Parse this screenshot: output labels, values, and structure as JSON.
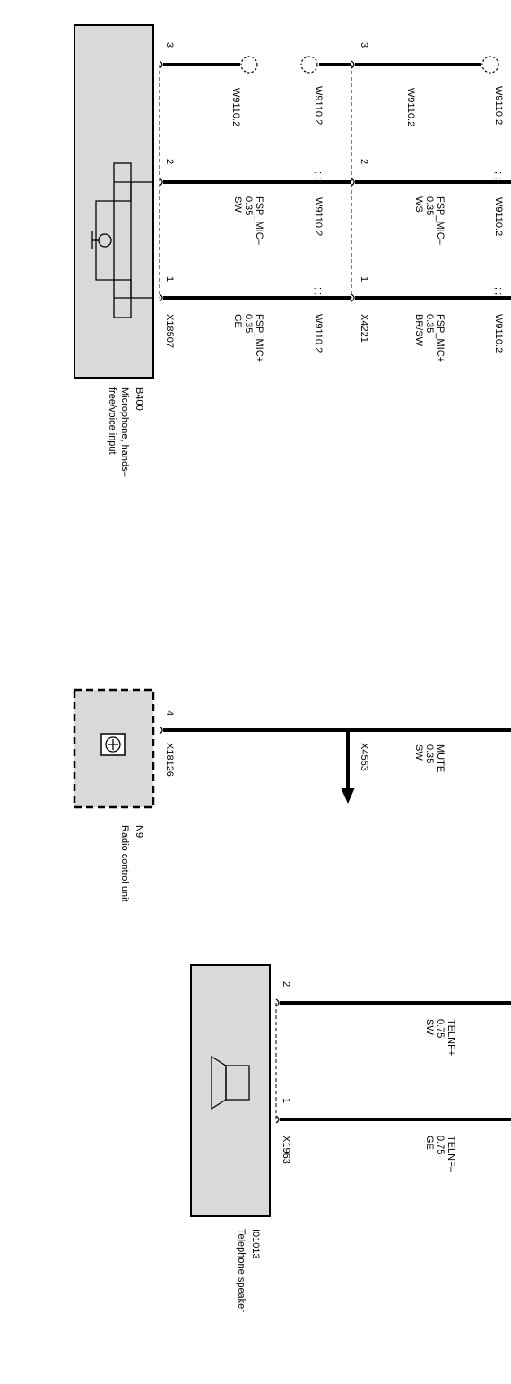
{
  "components": {
    "mic": {
      "id": "B400",
      "name_line1": "Microphone, hands–",
      "name_line2": "free/voice input",
      "connector": "X18507",
      "pins": [
        "3",
        "2",
        "1"
      ]
    },
    "radio": {
      "id": "N9",
      "name": "Radio control unit",
      "connector": "X18126",
      "pin": "4"
    },
    "speaker": {
      "id": "I01013",
      "name": "Telephone speaker",
      "connector": "X1963",
      "pins": [
        "2",
        "1"
      ]
    }
  },
  "inline_connector": {
    "id": "X4221",
    "pins": [
      "3",
      "2",
      "1"
    ]
  },
  "wires": {
    "mic_pin3_ref": "W9110.2",
    "mic_pin2": {
      "signal": "FSP_MIC–",
      "size": "0.35",
      "color": "SW"
    },
    "mic_pin1": {
      "signal": "FSP_MIC+",
      "size": "0.35",
      "color": "GE"
    },
    "shield_refs": [
      "W9110.2",
      "W9110.2",
      "W9110.2"
    ],
    "x4221_pin3_ref": "W9110.2",
    "x4221_pin2": {
      "signal": "FSP_MIC–",
      "size": "0.35",
      "color": "WS"
    },
    "x4221_pin1": {
      "signal": "FSP_MIC+",
      "size": "0.35",
      "color": "BR/SW"
    },
    "right_refs": [
      "W9110.2",
      "W9110.2",
      "W9110.2"
    ],
    "mute": {
      "signal": "MUTE",
      "size": "0.35",
      "color": "SW",
      "connector": "X4553"
    },
    "spk_pin2": {
      "signal": "TELNF+",
      "size": "0.75",
      "color": "SW"
    },
    "spk_pin1": {
      "signal": "TELNF–",
      "size": "0.75",
      "color": "GE"
    }
  }
}
